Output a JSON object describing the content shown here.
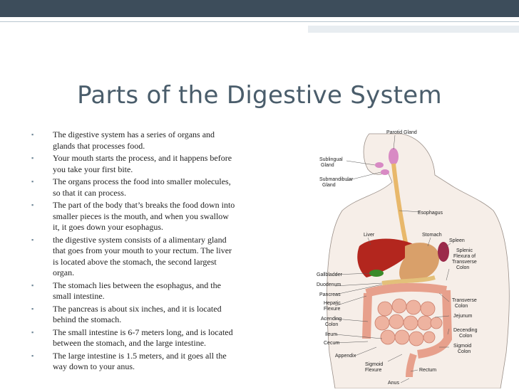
{
  "title": "Parts of the Digestive System",
  "bullets": [
    {
      "lines": [
        "The digestive system has a series of organs and",
        "glands that processes food."
      ]
    },
    {
      "lines": [
        "Your mouth starts the process, and it happens before",
        "you take your first bite."
      ]
    },
    {
      "lines": [
        "The organs process the food into smaller molecules,",
        "so that it can process."
      ]
    },
    {
      "lines": [
        "The part of the body that’s breaks the food down into",
        "smaller pieces is the mouth, and when you swallow",
        "it, it goes down your esophagus."
      ]
    },
    {
      "lines": [
        "the digestive system consists of a alimentary gland",
        "that goes from your mouth to your rectum. The liver",
        "is located above the stomach, the second largest",
        "organ."
      ]
    },
    {
      "lines": [
        "The stomach lies between the esophagus, and the",
        "small intestine."
      ]
    },
    {
      "lines": [
        "The pancreas is  about six inches, and it is located",
        "behind the stomach."
      ]
    },
    {
      "lines": [
        "The small intestine is 6-7 meters long, and is located",
        "between the stomach, and the large intestine."
      ]
    },
    {
      "lines": [
        "The large intestine is 1.5 meters, and it goes all the",
        "way down to your anus."
      ]
    }
  ],
  "bullet_symbol": "▪",
  "diagram_labels": {
    "parotid_gland": "Parotid Gland",
    "sublingual_gland": [
      "Sublingual",
      "Gland"
    ],
    "submandibular_gland": [
      "Submandibular",
      "Gland"
    ],
    "esophagus": "Esophagus",
    "liver": "Liver",
    "stomach": "Stomach",
    "spleen": "Spleen",
    "splenic_flexure": [
      "Splenic",
      "Flexura of",
      "Transverse",
      "Colon"
    ],
    "gallbladder": "Gallbladder",
    "duodenum": "Duodenum",
    "pancreas": "Pancreas",
    "hepatic_flexure": [
      "Hepatic",
      "Flexure"
    ],
    "transverse_colon": [
      "Transverse",
      "Colon"
    ],
    "jejunum": "Jejunum",
    "acending_colon": [
      "Acending",
      "Colon"
    ],
    "decending_colon": [
      "Decending",
      "Colon"
    ],
    "ileum": "Ileum",
    "cecum": "Cecum",
    "sigmoid_colon": [
      "Sigmoid",
      "Colon"
    ],
    "appendix": "Appendix",
    "sigmoid_flexure": [
      "Sigmoid",
      "Flexure"
    ],
    "rectum": "Rectum",
    "anus": "Anus"
  },
  "colors": {
    "top_bar": "#3d4d5b",
    "title": "#4a5d6b",
    "liver": "#b3261e",
    "stomach": "#d9a06a",
    "intestine": "#e7a08c",
    "esophagus": "#e8b86b",
    "gallbladder": "#3a8a2a"
  }
}
